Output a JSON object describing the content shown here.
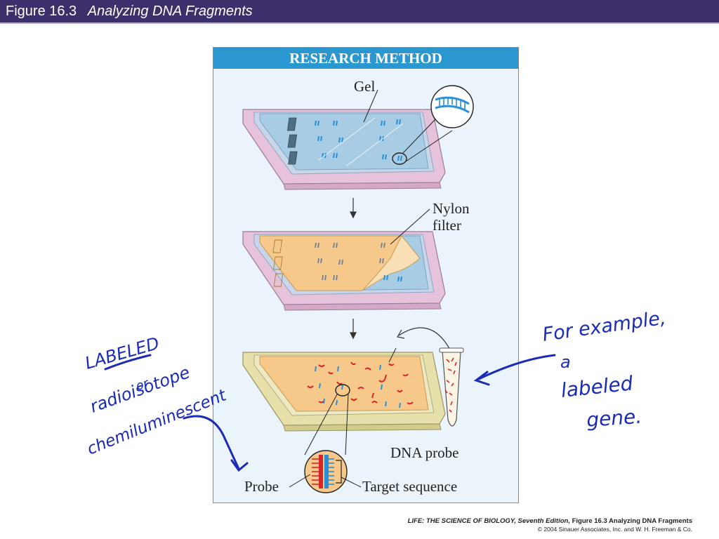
{
  "header": {
    "figure_number": "Figure 16.3",
    "figure_title": "Analyzing DNA Fragments"
  },
  "panel": {
    "heading": "RESEARCH METHOD",
    "labels": {
      "gel": "Gel",
      "nylon_filter_line1": "Nylon",
      "nylon_filter_line2": "filter",
      "dna_probe": "DNA probe",
      "probe": "Probe",
      "target_sequence": "Target sequence"
    }
  },
  "credit": {
    "book": "LIFE: THE SCIENCE OF BIOLOGY, Seventh Edition,",
    "figure_ref": " Figure 16.3 Analyzing DNA Fragments",
    "copyright": "© 2004 Sinauer Associates, Inc. and W. H. Freeman & Co."
  },
  "handwriting": {
    "left": [
      "LABELED",
      "radioisotope",
      "or",
      "chemiluminescent"
    ],
    "right": [
      "For example,",
      "a",
      "labeled",
      "gene."
    ]
  },
  "colors": {
    "title_bar": "#3d2f6b",
    "panel_header": "#2a97d1",
    "dna_band": "#2a8fd6",
    "probe_red": "#d8252b",
    "nylon_filter": "#f6c98a",
    "tray_pink": "#e7c4dc",
    "ink": "#1a2bb8"
  }
}
